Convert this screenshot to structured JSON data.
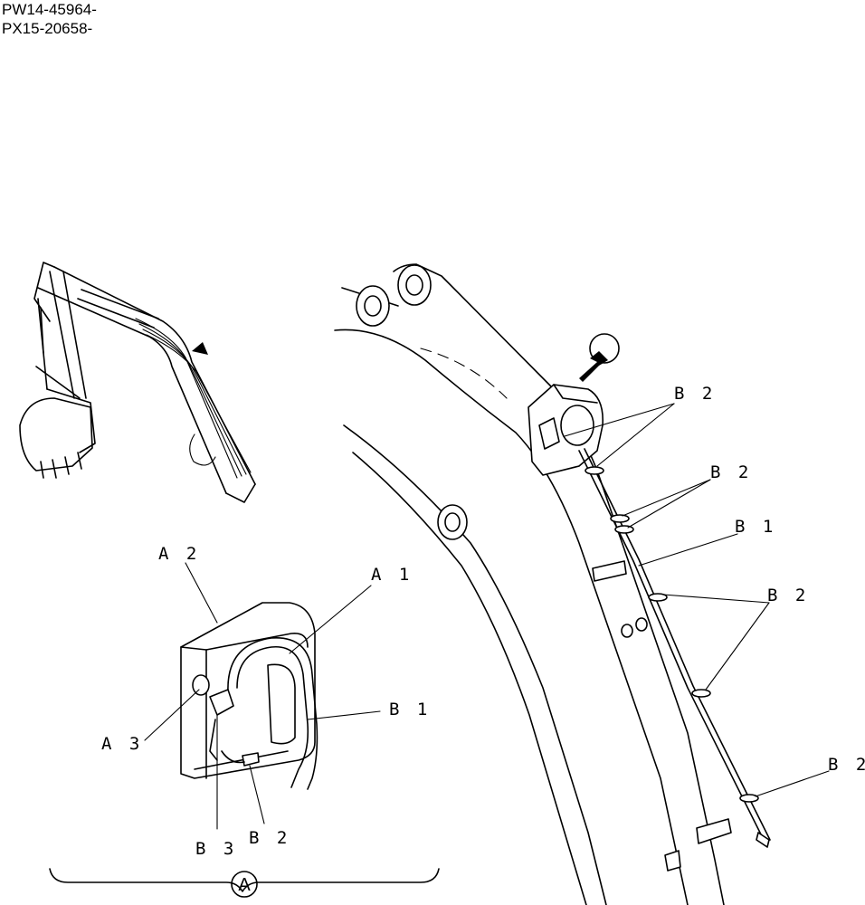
{
  "header": {
    "serial_1": "PW14-45964-",
    "serial_2": "PX15-20658-"
  },
  "labels": {
    "a1": "A 1",
    "a2": "A 2",
    "a3": "A 3",
    "b1_detail": "B 1",
    "b2_detail": "B 2",
    "b3": "B 3",
    "b2_right_1": "B 2",
    "b2_right_2": "B 2",
    "b1_right": "B 1",
    "b2_right_3": "B 2",
    "b2_right_4": "B 2",
    "detail_marker": "A"
  }
}
